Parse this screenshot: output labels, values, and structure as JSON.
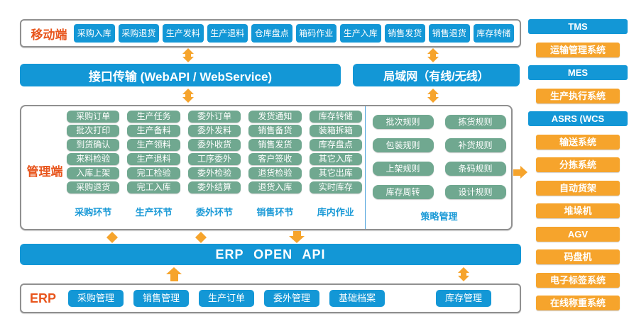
{
  "colors": {
    "blue": "#1397d6",
    "green": "#70a890",
    "orange": "#f6a42c",
    "label_red": "#e8551c",
    "footer_blue": "#1b9ad7"
  },
  "mobile": {
    "label": "移动端",
    "buttons": [
      "采购入库",
      "采购退货",
      "生产发料",
      "生产退料",
      "仓库盘点",
      "箱码作业",
      "生产入库",
      "销售发货",
      "销售退货",
      "库存转储"
    ]
  },
  "transport": {
    "api_bar": "接口传输 (WebAPI / WebService)",
    "lan_bar": "局域网（有线/无线）"
  },
  "management": {
    "label": "管理端",
    "columns": [
      {
        "footer": "采购环节",
        "items": [
          "采购订单",
          "批次打印",
          "到货确认",
          "来料检验",
          "入库上架",
          "采购退货"
        ]
      },
      {
        "footer": "生产环节",
        "items": [
          "生产任务",
          "生产备料",
          "生产领料",
          "生产退料",
          "完工检验",
          "完工入库"
        ]
      },
      {
        "footer": "委外环节",
        "items": [
          "委外订单",
          "委外发料",
          "委外收货",
          "工序委外",
          "委外检验",
          "委外结算"
        ]
      },
      {
        "footer": "销售环节",
        "items": [
          "发货通知",
          "销售备货",
          "销售发货",
          "客户签收",
          "退货检验",
          "退货入库"
        ]
      },
      {
        "footer": "库内作业",
        "items": [
          "库存转储",
          "装箱拆箱",
          "库存盘点",
          "其它入库",
          "其它出库",
          "实时库存"
        ]
      }
    ]
  },
  "strategy": {
    "footer": "策略管理",
    "items": [
      "批次规则",
      "拣货规则",
      "包装规则",
      "补货规则",
      "上架规则",
      "条码规则",
      "库存周转",
      "设计规则"
    ]
  },
  "erp_api": {
    "label": "ERP OPEN API"
  },
  "erp": {
    "label": "ERP",
    "buttons": [
      "采购管理",
      "销售管理",
      "生产订单",
      "委外管理",
      "基础档案",
      "库存管理"
    ]
  },
  "right_panel": {
    "items": [
      {
        "label": "TMS",
        "type": "header"
      },
      {
        "label": "运输管理系统",
        "type": "sub"
      },
      {
        "label": "MES",
        "type": "header"
      },
      {
        "label": "生产执行系统",
        "type": "sub"
      },
      {
        "label": "ASRS (WCS",
        "type": "header"
      },
      {
        "label": "输送系统",
        "type": "sub"
      },
      {
        "label": "分拣系统",
        "type": "sub"
      },
      {
        "label": "自动货架",
        "type": "sub"
      },
      {
        "label": "堆垛机",
        "type": "sub"
      },
      {
        "label": "AGV",
        "type": "sub"
      },
      {
        "label": "码盘机",
        "type": "sub"
      },
      {
        "label": "电子标签系统",
        "type": "sub"
      },
      {
        "label": "在线称重系统",
        "type": "sub"
      }
    ]
  }
}
